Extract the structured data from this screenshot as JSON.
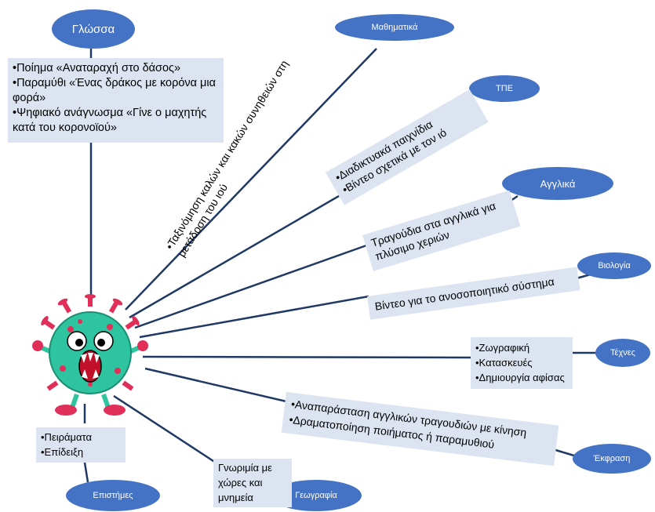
{
  "subjects": {
    "glossa": "Γλώσσα",
    "mathimatika": "Μαθηματικά",
    "tpe": "ΤΠΕ",
    "agglika": "Αγγλικά",
    "viologia": "Βιολογία",
    "texnes": "Τέχνες",
    "ekfrasi": "Έκφραση",
    "geografia": "Γεωγραφία",
    "epistimes": "Επιστήμες"
  },
  "activities": {
    "glossa": [
      "•Ποίημα «Αναταραχή στο δάσος»",
      "•Παραμύθι «Ένας δράκος με κορόνα μια",
      "φορά»",
      "•Ψηφιακό ανάγνωσμα  «Γίνε ο μαχητής",
      "κατά του κορονοϊού»"
    ],
    "mathimatika": [
      "•Ταξινόμηση καλών και κακών συνηθειών στη",
      "μετάδοση του ιού"
    ],
    "tpe": [
      "•Διαδικτυακά παιχνίδια",
      "•Βίντεο σχετικά με τον ιό"
    ],
    "agglika": [
      "Τραγούδια στα αγγλικά για",
      "πλύσιμο χεριών"
    ],
    "viologia": [
      "Βίντεο για το ανοσοποιητικό σύστημα"
    ],
    "texnes": [
      "•Ζωγραφική",
      "•Κατασκευές",
      "•Δημιουργία αφίσας"
    ],
    "ekfrasi": [
      "•Αναπαράσταση αγγλικών τραγουδιών με κίνηση",
      "•Δραματοποίηση ποιήματος ή παραμυθιού"
    ],
    "geografia": [
      "Γνωριμία με",
      "χώρες και",
      "μνημεία"
    ],
    "epistimes": [
      "•Πειράματα",
      "•Επίδειξη"
    ]
  },
  "colors": {
    "ellipse": "#4472c4",
    "box": "#dbe4f0",
    "line": "#1f3864",
    "virus_body": "#2ec4a0",
    "virus_spikes": "#e0305a"
  },
  "icons": {
    "center": "coronavirus-cartoon-icon"
  }
}
